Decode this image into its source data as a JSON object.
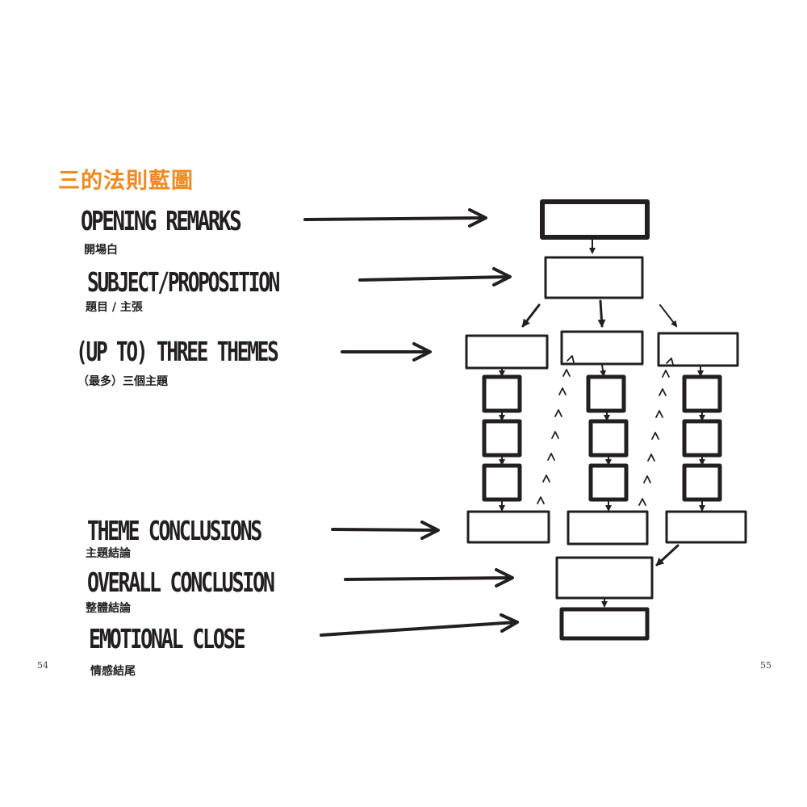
{
  "title": "三的法則藍圖",
  "rows": [
    {
      "en": "OPENING REMARKS",
      "zh": "開場白"
    },
    {
      "en": "SUBJECT/PROPOSITION",
      "zh": "題目 / 主張"
    },
    {
      "en": "(UP TO) THREE THEMES",
      "zh": "（最多）三個主題"
    },
    {
      "en": "THEME CONCLUSIONS",
      "zh": "主題結論"
    },
    {
      "en": "OVERALL CONCLUSION",
      "zh": "整體結論"
    },
    {
      "en": "EMOTIONAL CLOSE",
      "zh": "情感結尾"
    }
  ],
  "page_numbers": {
    "left": "54",
    "right": "55"
  }
}
